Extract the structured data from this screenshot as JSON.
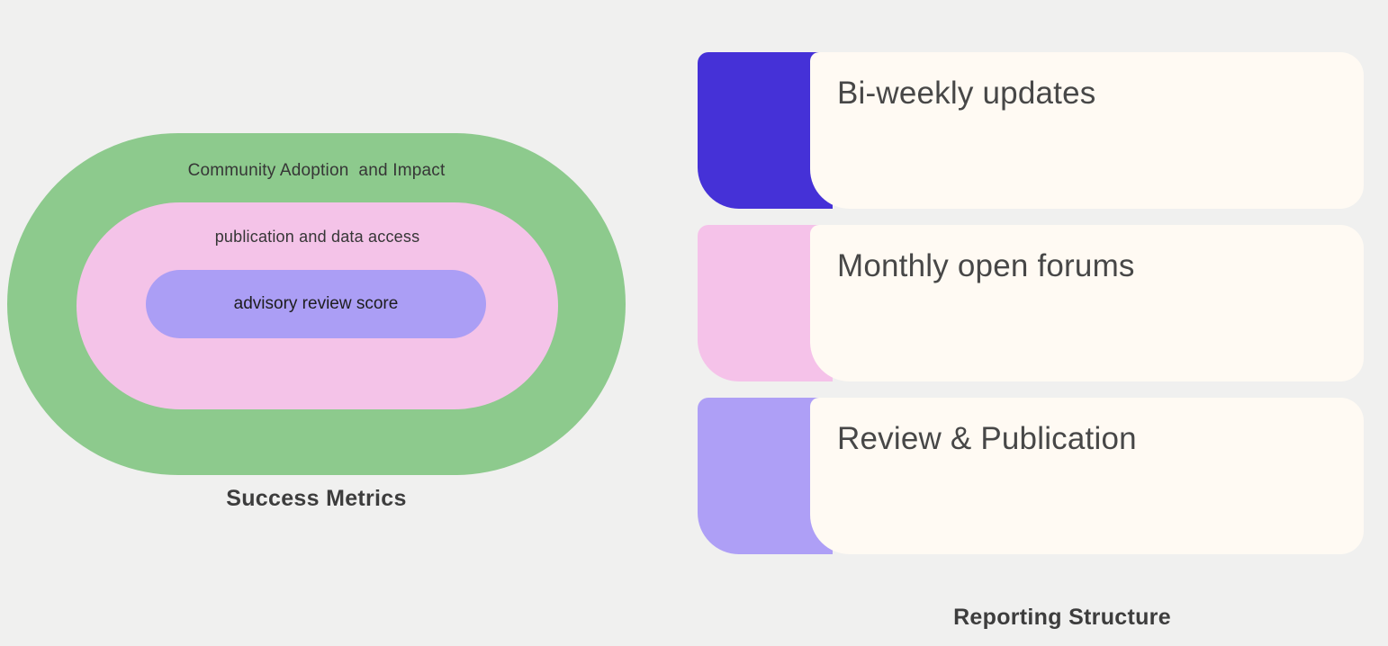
{
  "background_color": "#f0f0ef",
  "venn": {
    "caption": "Success Metrics",
    "rings": [
      {
        "label": "Community Adoption  and Impact",
        "color": "#8dca8d"
      },
      {
        "label": "publication and data access",
        "color": "#f4c3e8"
      },
      {
        "label": "advisory review score",
        "color": "#ab9ef5"
      }
    ]
  },
  "cards": {
    "caption": "Reporting Structure",
    "body_color": "#fffaf3",
    "items": [
      {
        "title": "Bi-weekly updates",
        "accent": "#4531d7"
      },
      {
        "title": "Monthly open forums",
        "accent": "#f5c2e9"
      },
      {
        "title": "Review & Publication",
        "accent": "#ae9ff6"
      }
    ]
  }
}
